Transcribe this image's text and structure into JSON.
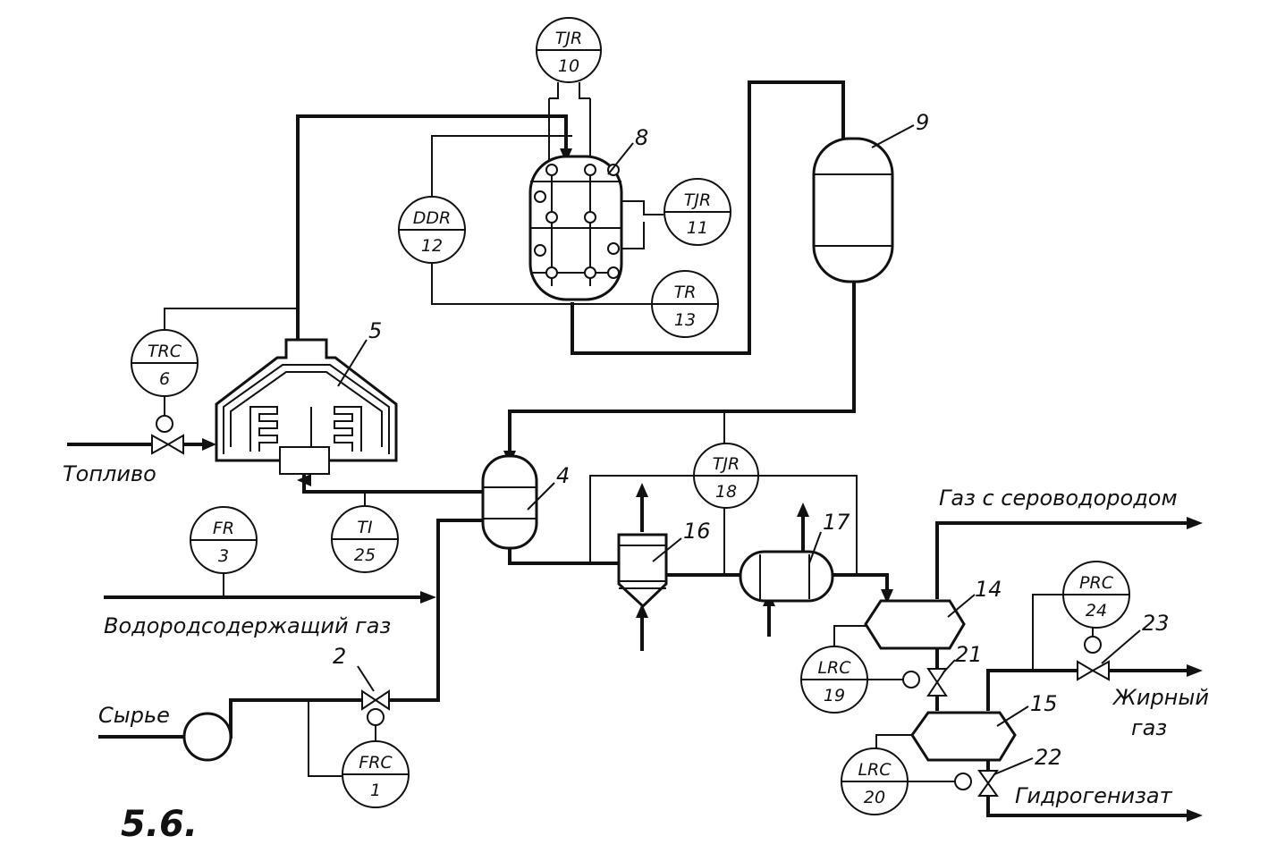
{
  "instruments": [
    {
      "tag": "TJR",
      "num": "10"
    },
    {
      "tag": "TJR",
      "num": "11"
    },
    {
      "tag": "DDR",
      "num": "12"
    },
    {
      "tag": "TR",
      "num": "13"
    },
    {
      "tag": "TRC",
      "num": "6"
    },
    {
      "tag": "TI",
      "num": "25"
    },
    {
      "tag": "FR",
      "num": "3"
    },
    {
      "tag": "FRC",
      "num": "1"
    },
    {
      "tag": "TJR",
      "num": "18"
    },
    {
      "tag": "LRC",
      "num": "19"
    },
    {
      "tag": "LRC",
      "num": "20"
    },
    {
      "tag": "PRC",
      "num": "24"
    }
  ],
  "equipment_numbers": {
    "n2": "2",
    "n4": "4",
    "n5": "5",
    "n8": "8",
    "n9": "9",
    "n14": "14",
    "n15": "15",
    "n16": "16",
    "n17": "17",
    "n21": "21",
    "n22": "22",
    "n23": "23"
  },
  "stream_labels": {
    "fuel": "Топливо",
    "hydrogen_gas": "Водородсодержащий газ",
    "feed": "Сырье",
    "h2s_gas": "Газ с сероводородом",
    "fat_gas_line1": "Жирный",
    "fat_gas_line2": "газ",
    "hydrogenate": "Гидрогенизат"
  },
  "figure_mark": "5.6."
}
